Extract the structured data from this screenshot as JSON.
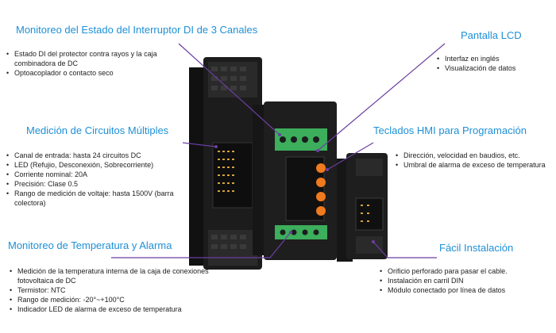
{
  "sections": {
    "di_monitor": {
      "title": "Monitoreo del Estado del Interruptor DI de 3 Canales",
      "items": [
        "Estado DI del protector contra rayos y la caja combinadora de DC",
        "Optoacoplador o contacto seco"
      ]
    },
    "lcd": {
      "title": "Pantalla LCD",
      "items": [
        "Interfaz en inglés",
        "Visualización de datos"
      ]
    },
    "multi_circuit": {
      "title": "Medición de Circuitos Múltiples",
      "items": [
        "Canal de entrada: hasta 24 circuitos DC",
        "LED (Refujio, Desconexión, Sobrecorriente)",
        "Corriente nominal: 20A",
        "Precisión: Clase 0.5",
        "Rango de medición de voltaje: hasta 1500V (barra colectora)"
      ]
    },
    "hmi": {
      "title": "Teclados HMI para Programación",
      "items": [
        "Dirección, velocidad en baudios, etc.",
        "Umbral de alarma de exceso de temperatura"
      ]
    },
    "temperature": {
      "title": "Monitoreo de Temperatura y Alarma",
      "items": [
        "Medición de la temperatura interna de la caja de conexiones fotovoltaica de DC",
        "Termistor: NTC",
        "Rango de medición: -20°~+100°C",
        "Indicador LED de alarma de exceso de temperatura"
      ]
    },
    "install": {
      "title": "Fácil Instalación",
      "items": [
        "Orificio perforado para pasar el cable.",
        "Instalación en carril DIN",
        "Módulo conectado por línea de datos"
      ]
    }
  },
  "colors": {
    "title": "#1e90d6",
    "callout_line": "#6b3fa0",
    "device_body": "#1c1c1c",
    "terminal_green": "#3cae5c",
    "keypad_orange": "#f07a1e"
  }
}
